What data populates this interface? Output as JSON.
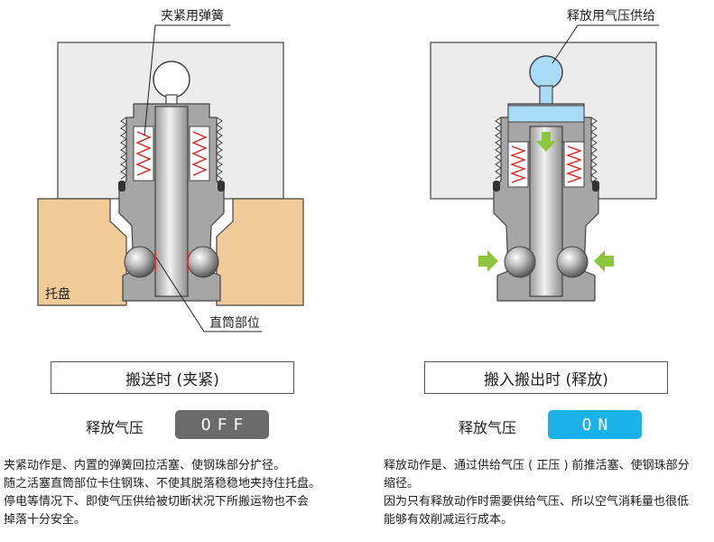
{
  "left": {
    "callout_spring": "夹紧用弹簧",
    "callout_tube": "直筒部位",
    "pallet_label": "托盘",
    "mode_title": "搬送时 (夹紧)",
    "status_label": "释放气压",
    "status_value": "OFF",
    "status_color": "#6b6b6b",
    "description": [
      "夹紧动作是、内置的弹簧回拉活塞、使钢珠部分扩径。",
      "随之活塞直筒部位卡住钢珠、不使其脱落稳稳地夹持住托盘。",
      "停电等情况下、即使气压供给被切断状况下所搬运物也不会",
      "掉落十分安全。"
    ]
  },
  "right": {
    "callout_air": "释放用气压供给",
    "mode_title": "搬入搬出时 (释放)",
    "status_label": "释放气压",
    "status_value": "ON",
    "status_color": "#1ab2e8",
    "description": [
      "释放动作是、通过供给气压 ( 正压 ) 前推活塞、使钢珠部分",
      "缩径。",
      "因为只有释放动作时需要供给气压、所以空气消耗量也很低",
      "能够有效削减运行成本。"
    ]
  },
  "colors": {
    "housing": "#ececec",
    "metal": "#a6a6a6",
    "metal_dark": "#7a7a7a",
    "pallet": "#f2cc98",
    "air": "#a8dcf6",
    "spring": "#e02020",
    "arrow": "#8cc63f"
  }
}
